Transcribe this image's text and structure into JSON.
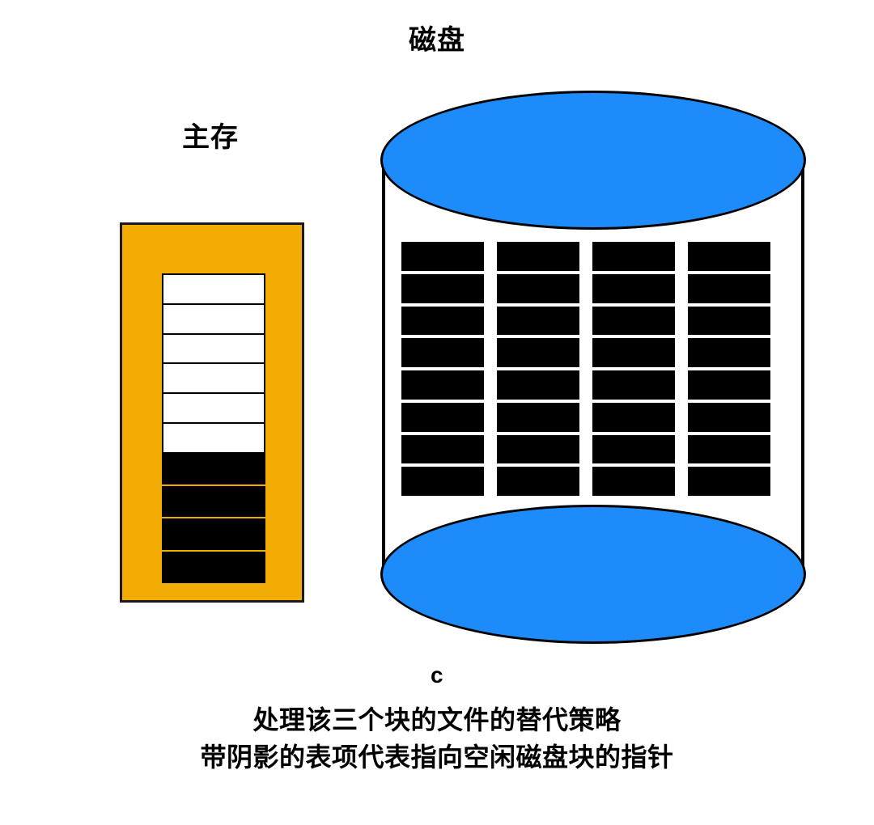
{
  "labels": {
    "disk": "磁盘",
    "memory": "主存"
  },
  "caption": {
    "letter": "c",
    "line1": "处理该三个块的文件的替代策略",
    "line2": "带阴影的表项代表指向空闲磁盘块的指针"
  },
  "colors": {
    "memory_block_fill": "#F2AC03",
    "disk_ellipse_fill": "#1E8BFB",
    "shaded_entry_fill": "#000000",
    "free_entry_fill": "#FFFFFF",
    "outline": "#000000"
  },
  "diagram": {
    "type": "storage-allocation-diagram",
    "memory_table": {
      "total_rows": 10,
      "free_rows": 6,
      "shaded_rows": 4,
      "rows": [
        {
          "index": 1,
          "state": "free"
        },
        {
          "index": 2,
          "state": "free"
        },
        {
          "index": 3,
          "state": "free"
        },
        {
          "index": 4,
          "state": "free"
        },
        {
          "index": 5,
          "state": "free"
        },
        {
          "index": 6,
          "state": "free"
        },
        {
          "index": 7,
          "state": "shaded"
        },
        {
          "index": 8,
          "state": "shaded"
        },
        {
          "index": 9,
          "state": "shaded"
        },
        {
          "index": 10,
          "state": "shaded"
        }
      ]
    },
    "disk_grid": {
      "columns": 4,
      "rows_per_column": 8,
      "total_blocks": 32,
      "block_state": "allocated"
    }
  }
}
